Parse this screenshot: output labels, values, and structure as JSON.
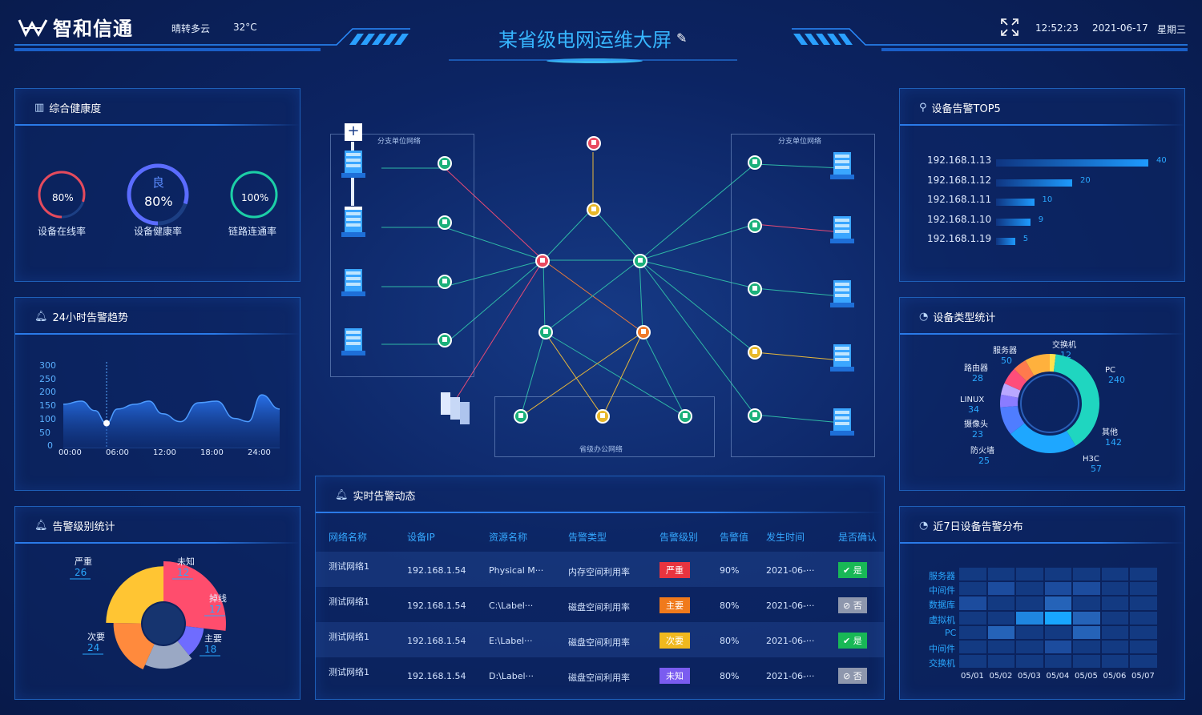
{
  "header": {
    "brand": "智和信通",
    "weather": "晴转多云",
    "temperature": "32°C",
    "title": "某省级电网运维大屏",
    "time": "12:52:23",
    "date": "2021-06-17",
    "weekday": "星期三"
  },
  "health": {
    "title": "综合健康度",
    "online": {
      "value": "80%",
      "label": "设备在线率",
      "pct": 0.8,
      "color": "#e64a5c"
    },
    "health": {
      "value": "80%",
      "grade": "良",
      "label": "设备健康率",
      "pct": 0.8,
      "color": "#5b6cff"
    },
    "link": {
      "value": "100%",
      "label": "链路连通率",
      "pct": 1.0,
      "color": "#1ccfa6"
    }
  },
  "trend": {
    "title": "24小时告警趋势",
    "chart_data": {
      "type": "area",
      "x": [
        "00:00",
        "06:00",
        "12:00",
        "18:00",
        "24:00"
      ],
      "y_ticks": [
        "300",
        "250",
        "200",
        "150",
        "100",
        "50",
        "0"
      ],
      "ylim": [
        0,
        300
      ],
      "points": [
        [
          0,
          140
        ],
        [
          2,
          150
        ],
        [
          3.5,
          120
        ],
        [
          4.8,
          80
        ],
        [
          6,
          125
        ],
        [
          8,
          140
        ],
        [
          9.5,
          150
        ],
        [
          11,
          110
        ],
        [
          13,
          85
        ],
        [
          15,
          145
        ],
        [
          17,
          150
        ],
        [
          19,
          95
        ],
        [
          20.5,
          85
        ],
        [
          22,
          170
        ],
        [
          24,
          125
        ]
      ],
      "highlight": [
        4.8,
        80
      ]
    }
  },
  "levels": {
    "title": "告警级别统计",
    "chart_data": {
      "type": "pie",
      "slices": [
        {
          "name": "严重",
          "value": 26,
          "color": "#ff4d6d",
          "radius": 1.0
        },
        {
          "name": "未知",
          "value": 12,
          "color": "#6f6cff",
          "radius": 0.65
        },
        {
          "name": "掉线",
          "value": 17,
          "color": "#9aa8c4",
          "radius": 0.72
        },
        {
          "name": "主要",
          "value": 18,
          "color": "#ff8a3d",
          "radius": 0.8
        },
        {
          "name": "次要",
          "value": 24,
          "color": "#ffc533",
          "radius": 0.92
        }
      ]
    }
  },
  "topology": {
    "branch_left": "分支单位网络",
    "branch_right": "分支单位网络",
    "office": "省级办公网络",
    "zoom_in": "+",
    "zoom_out": "−"
  },
  "top5": {
    "title": "设备告警TOP5",
    "chart_data": {
      "type": "bar",
      "categories": [
        "192.168.1.13",
        "192.168.1.12",
        "192.168.1.11",
        "192.168.1.10",
        "192.168.1.19"
      ],
      "values": [
        40,
        20,
        10,
        9,
        5
      ],
      "xlim": [
        0,
        40
      ],
      "value_labels": [
        "40",
        "20",
        "10",
        "9",
        "5"
      ]
    }
  },
  "device_types": {
    "title": "设备类型统计",
    "chart_data": {
      "type": "pie",
      "slices": [
        {
          "name": "交换机",
          "value": 12,
          "label": "12",
          "color": "#ffe14d"
        },
        {
          "name": "PC",
          "value": 240,
          "label": "240",
          "color": "#1fd6c0"
        },
        {
          "name": "其他",
          "value": 142,
          "label": "142",
          "color": "#1ea7ff"
        },
        {
          "name": "H3C",
          "value": 57,
          "label": "57",
          "color": "#4f7dff"
        },
        {
          "name": "防火墙",
          "value": 25,
          "label": "25",
          "color": "#8a7cff"
        },
        {
          "name": "摄像头",
          "value": 23,
          "label": "23",
          "color": "#b9a8ff"
        },
        {
          "name": "LINUX",
          "value": 34,
          "label": "34",
          "color": "#ff4d7a"
        },
        {
          "name": "路由器",
          "value": 28,
          "label": "28",
          "color": "#ff7a4d"
        },
        {
          "name": "服务器",
          "value": 50,
          "label": "50",
          "color": "#ffb13d"
        }
      ]
    }
  },
  "alarms": {
    "title": "实时告警动态",
    "headers": [
      "网络名称",
      "设备IP",
      "资源名称",
      "告警类型",
      "告警级别",
      "告警值",
      "发生时间",
      "是否确认"
    ],
    "rows": [
      {
        "net": "测试网络1",
        "ip": "192.168.1.54",
        "res": "Physical M···",
        "type": "内存空间利用率",
        "level": "严重",
        "level_color": "#e8343f",
        "val": "90%",
        "time": "2021-06-···",
        "confirm": "是",
        "confirm_color": "#18b856",
        "confirm_icon": "✔"
      },
      {
        "net": "测试网络1",
        "ip": "192.168.1.54",
        "res": "C:\\Label···",
        "type": "磁盘空间利用率",
        "level": "主要",
        "level_color": "#f07a1c",
        "val": "80%",
        "time": "2021-06-···",
        "confirm": "否",
        "confirm_color": "#8e97ad",
        "confirm_icon": "⊘"
      },
      {
        "net": "测试网络1",
        "ip": "192.168.1.54",
        "res": "E:\\Label···",
        "type": "磁盘空间利用率",
        "level": "次要",
        "level_color": "#f0b81e",
        "val": "80%",
        "time": "2021-06-···",
        "confirm": "是",
        "confirm_color": "#18b856",
        "confirm_icon": "✔"
      },
      {
        "net": "测试网络1",
        "ip": "192.168.1.54",
        "res": "D:\\Label···",
        "type": "磁盘空间利用率",
        "level": "未知",
        "level_color": "#7a5cf0",
        "val": "80%",
        "time": "2021-06-···",
        "confirm": "否",
        "confirm_color": "#8e97ad",
        "confirm_icon": "⊘"
      }
    ]
  },
  "heatmap": {
    "title": "近7日设备告警分布",
    "chart_data": {
      "type": "heatmap",
      "rows": [
        "服务器",
        "中间件",
        "数据库",
        "虚拟机",
        "PC",
        "中间件",
        "交换机"
      ],
      "cols": [
        "05/01",
        "05/02",
        "05/03",
        "05/04",
        "05/05",
        "05/06",
        "05/07"
      ],
      "values": [
        [
          1,
          1,
          1,
          1,
          1,
          1,
          1
        ],
        [
          1,
          2,
          1,
          2,
          2,
          1,
          1
        ],
        [
          2,
          1,
          1,
          3,
          1,
          1,
          1
        ],
        [
          1,
          1,
          4,
          5,
          3,
          1,
          1
        ],
        [
          1,
          3,
          1,
          1,
          3,
          1,
          1
        ],
        [
          1,
          1,
          1,
          2,
          1,
          1,
          1
        ],
        [
          1,
          1,
          1,
          1,
          1,
          1,
          1
        ]
      ]
    }
  }
}
